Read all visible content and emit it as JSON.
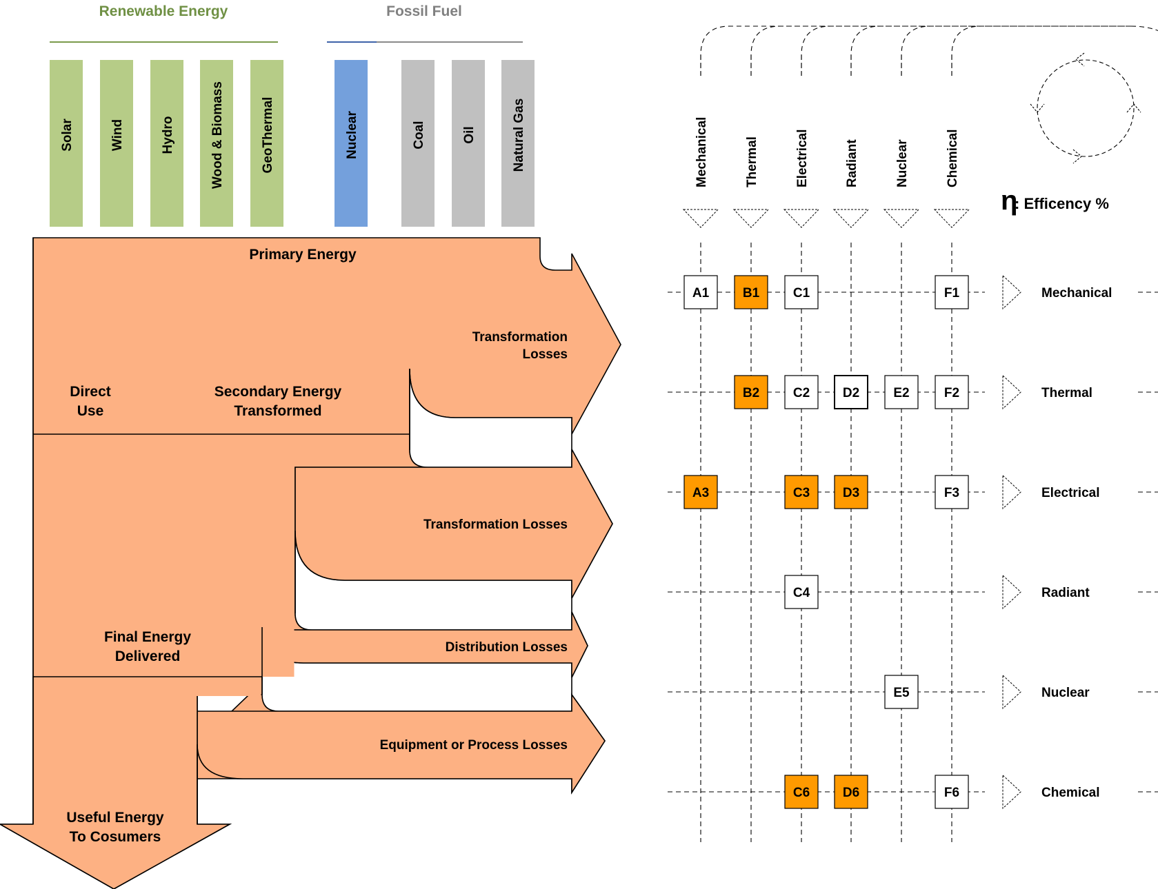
{
  "colors": {
    "renewable": "#b6cc87",
    "renewable_text": "#6f9044",
    "nuclear": "#74a0dc",
    "fossil": "#c0c0c0",
    "fossil_text": "#808080",
    "flow": "#fdb183",
    "highlight": "#ff9a00"
  },
  "sources": {
    "renewable": {
      "title": "Renewable Energy",
      "bars": [
        "Solar",
        "Wind",
        "Hydro",
        "Wood & Biomass",
        "GeoThermal"
      ]
    },
    "fossil": {
      "title": "Fossil Fuel",
      "bars": [
        "Nuclear",
        "Coal",
        "Oil",
        "Natural Gas"
      ]
    }
  },
  "flow": {
    "primary": "Primary Energy",
    "direct_use": [
      "Direct",
      "Use"
    ],
    "secondary": [
      "Secondary Energy",
      "Transformed"
    ],
    "transformation_losses_1": [
      "Transformation",
      "Losses"
    ],
    "transformation_losses_2": "Transformation Losses",
    "distribution_losses": "Distribution Losses",
    "final": [
      "Final Energy",
      "Delivered"
    ],
    "equipment_losses": "Equipment or Process Losses",
    "useful": [
      "Useful Energy",
      "To Cosumers"
    ]
  },
  "matrix": {
    "columns": [
      "Mechanical",
      "Thermal",
      "Electrical",
      "Radiant",
      "Nuclear",
      "Chemical"
    ],
    "rows": [
      "Mechanical",
      "Thermal",
      "Electrical",
      "Radiant",
      "Nuclear",
      "Chemical"
    ],
    "efficiency_symbol": "η",
    "efficiency_label": ": Efficency %",
    "cells": [
      {
        "id": "A1",
        "col": 0,
        "row": 0,
        "highlight": false
      },
      {
        "id": "B1",
        "col": 1,
        "row": 0,
        "highlight": true
      },
      {
        "id": "C1",
        "col": 2,
        "row": 0,
        "highlight": false
      },
      {
        "id": "F1",
        "col": 5,
        "row": 0,
        "highlight": false
      },
      {
        "id": "B2",
        "col": 1,
        "row": 1,
        "highlight": true
      },
      {
        "id": "C2",
        "col": 2,
        "row": 1,
        "highlight": false
      },
      {
        "id": "D2",
        "col": 3,
        "row": 1,
        "highlight": false
      },
      {
        "id": "E2",
        "col": 4,
        "row": 1,
        "highlight": false
      },
      {
        "id": "F2",
        "col": 5,
        "row": 1,
        "highlight": false
      },
      {
        "id": "A3",
        "col": 0,
        "row": 2,
        "highlight": true
      },
      {
        "id": "C3",
        "col": 2,
        "row": 2,
        "highlight": true
      },
      {
        "id": "D3",
        "col": 3,
        "row": 2,
        "highlight": true
      },
      {
        "id": "F3",
        "col": 5,
        "row": 2,
        "highlight": false
      },
      {
        "id": "C4",
        "col": 2,
        "row": 3,
        "highlight": false
      },
      {
        "id": "E5",
        "col": 4,
        "row": 4,
        "highlight": false
      },
      {
        "id": "C6",
        "col": 2,
        "row": 5,
        "highlight": true
      },
      {
        "id": "D6",
        "col": 3,
        "row": 5,
        "highlight": true
      },
      {
        "id": "F6",
        "col": 5,
        "row": 5,
        "highlight": false
      }
    ]
  }
}
